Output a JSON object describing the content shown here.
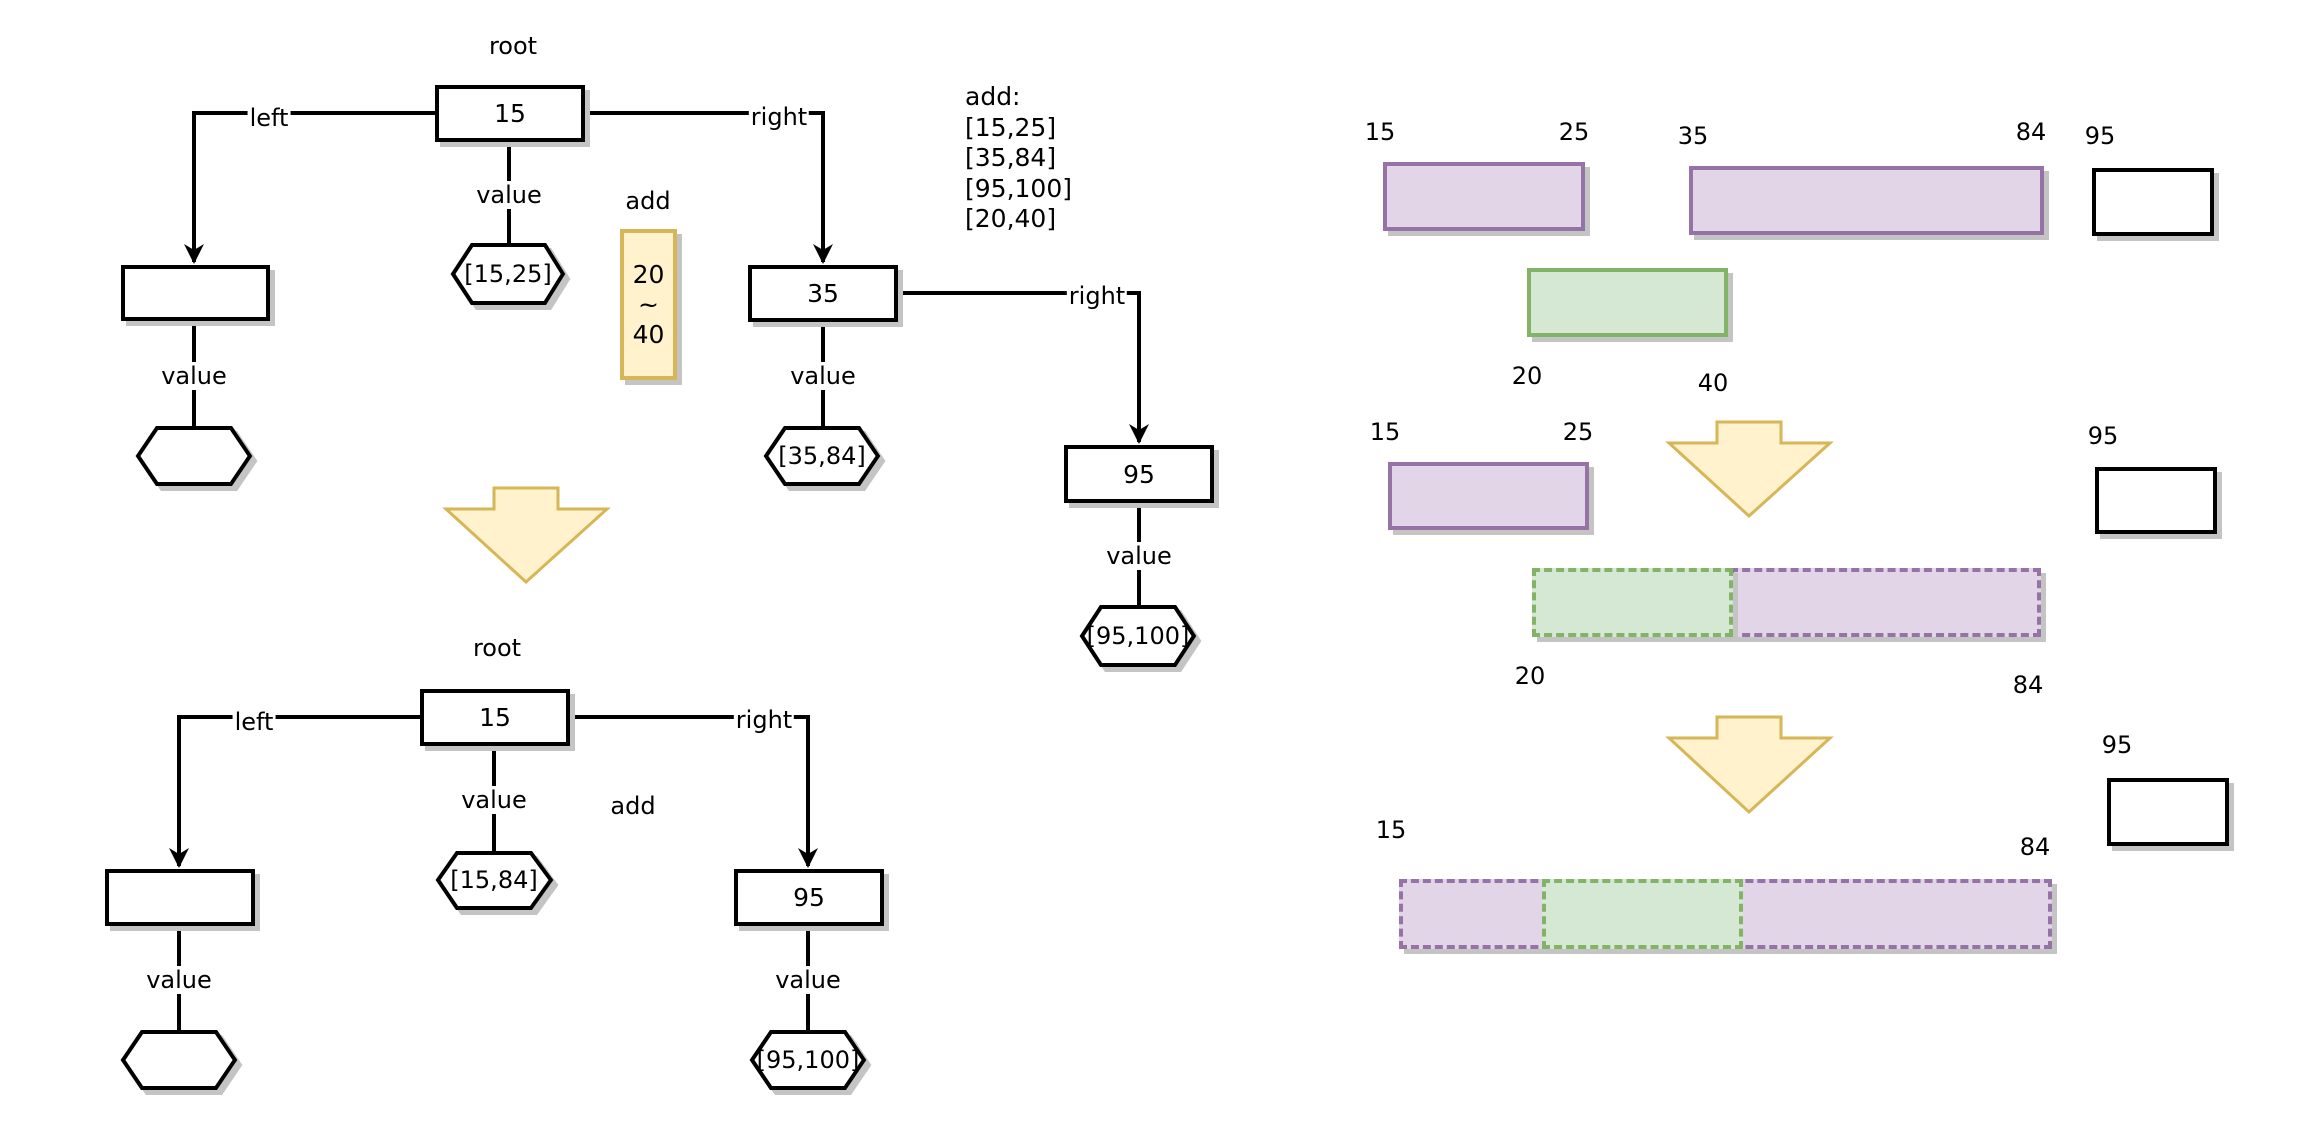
{
  "top_tree": {
    "root_caption": "root",
    "root_value": "15",
    "left_edge_label": "left",
    "right_edge_label": "right",
    "root_value_edge_label": "value",
    "root_interval": "[15,25]",
    "left_child_value": "",
    "left_child_value_edge_label": "value",
    "left_child_interval": "",
    "right_child_value": "35",
    "right_child_value_edge_label": "value",
    "right_child_interval": "[35,84]",
    "right_child_right_edge_label": "right",
    "grandchild_value": "95",
    "grandchild_value_edge_label": "value",
    "grandchild_interval": "[95,100]",
    "pending_add_caption": "add",
    "pending_add": {
      "from": "20",
      "sep": "~",
      "to": "40"
    }
  },
  "add_list": {
    "title": "add:",
    "items": [
      "[15,25]",
      "[35,84]",
      "[95,100]",
      "[20,40]"
    ]
  },
  "bottom_tree": {
    "root_caption": "root",
    "root_value": "15",
    "left_edge_label": "left",
    "right_edge_label": "right",
    "root_value_edge_label": "value",
    "root_interval": "[15,84]",
    "left_child_value": "",
    "left_child_value_edge_label": "value",
    "left_child_interval": "",
    "right_child_value": "95",
    "right_child_value_edge_label": "value",
    "right_child_interval": "[95,100]",
    "add_caption": "add"
  },
  "interval_diagram": {
    "step1": {
      "intervals": [
        {
          "label_start": "15",
          "label_end": "25",
          "kind": "existing"
        },
        {
          "label_start": "35",
          "label_end": "84",
          "kind": "existing"
        },
        {
          "label_start": "95",
          "label_end": "",
          "kind": "existing-empty"
        }
      ],
      "new_interval": {
        "label_start": "20",
        "label_end": "40",
        "kind": "new"
      }
    },
    "step2": {
      "intervals": [
        {
          "label_start": "15",
          "label_end": "25",
          "kind": "existing"
        },
        {
          "label_start": "95",
          "label_end": "",
          "kind": "existing-empty"
        }
      ],
      "merged": {
        "label_start": "20",
        "label_end": "84",
        "kind": "merged"
      }
    },
    "step3": {
      "merged": {
        "label_start": "15",
        "label_end": "84",
        "kind": "merged"
      },
      "intervals": [
        {
          "label_start": "95",
          "label_end": "",
          "kind": "existing-empty"
        }
      ]
    }
  },
  "colors": {
    "purple_fill": "#e1d5e7",
    "purple_stroke": "#9673a6",
    "green_fill": "#d5e8d4",
    "green_stroke": "#82b366",
    "yellow_fill": "#fff2cc",
    "yellow_stroke": "#d6b656"
  }
}
